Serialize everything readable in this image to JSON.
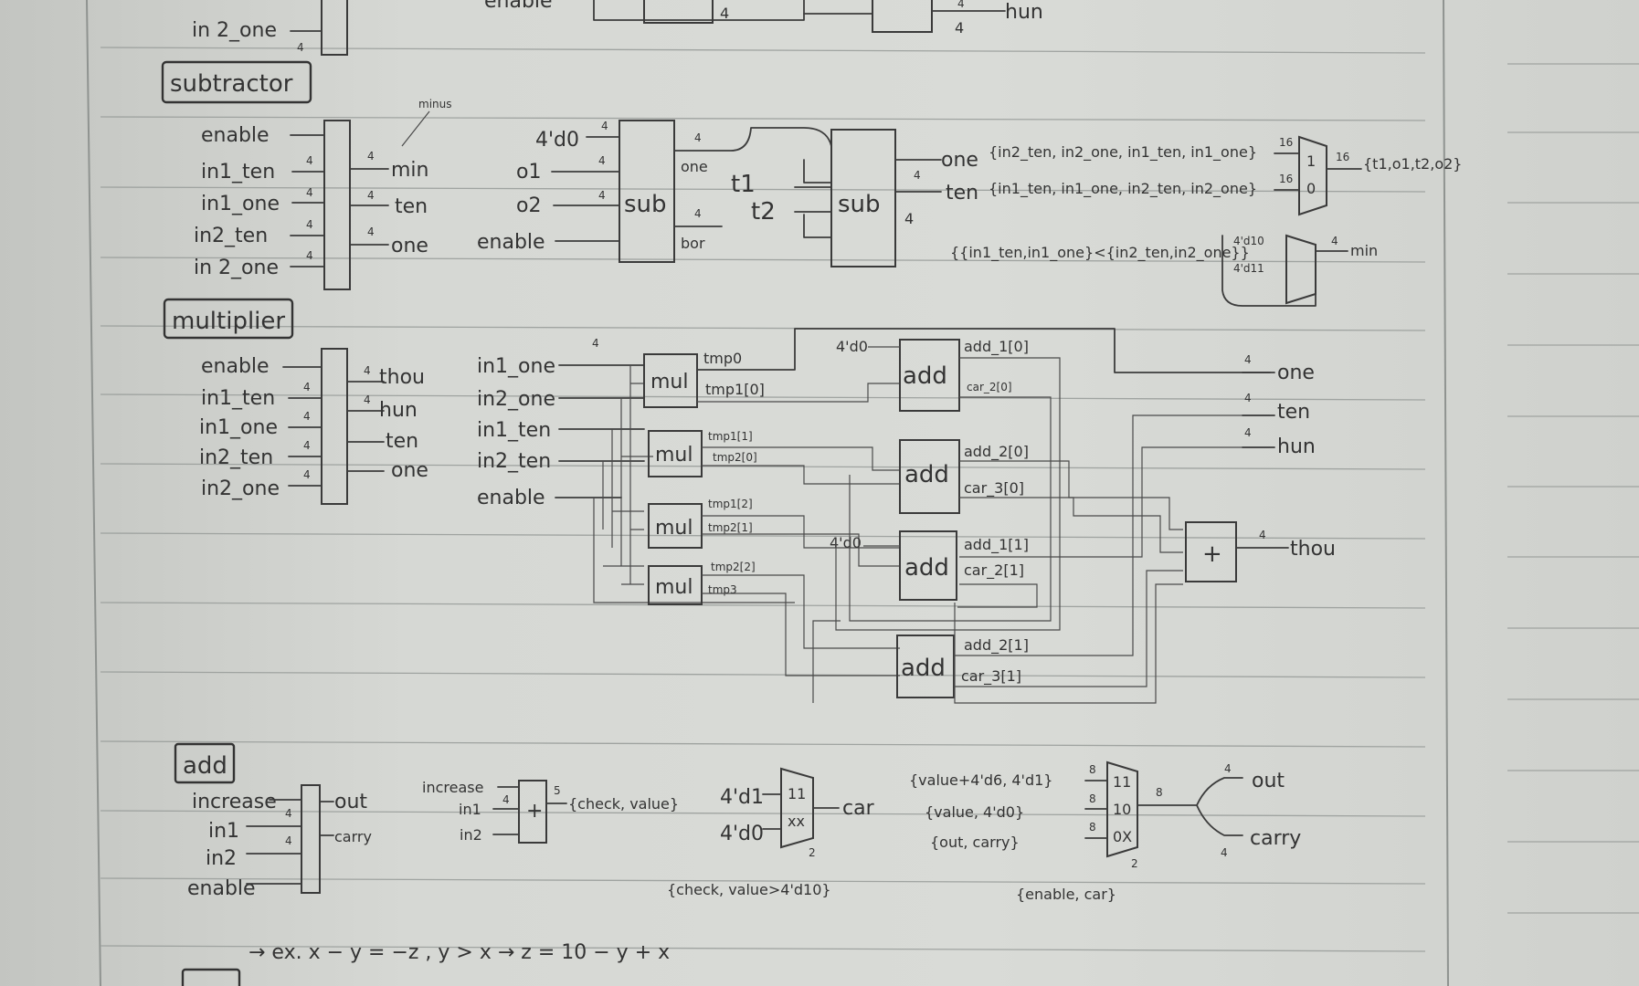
{
  "top_fragment": {
    "in2_one": "in 2_one",
    "enable": "enable",
    "four_a": "4",
    "four_b": "4",
    "hun": "hun",
    "bit4": "4",
    "bit_small": "4"
  },
  "subtractor": {
    "title": "subtractor",
    "minus_note": "minus",
    "block": {
      "inputs": [
        "enable",
        "in1_ten",
        "in1_one",
        "in2_ten",
        "in 2_one"
      ],
      "outputs": [
        "min",
        "ten",
        "one"
      ],
      "bit": "4"
    },
    "sub1": {
      "label": "sub",
      "inputs": [
        "4'd0",
        "o1",
        "o2",
        "enable"
      ],
      "out_one": "one",
      "out_bor": "bor",
      "bit": "4"
    },
    "mids": [
      "t1",
      "t2"
    ],
    "sub2": {
      "label": "sub",
      "out_one": "one",
      "out_ten": "ten",
      "bit": "4"
    },
    "mux_inputs": [
      "{in2_ten, in2_one, in1_ten, in1_one}",
      "{in1_ten, in1_one, in2_ten, in2_one}"
    ],
    "mux_bits": "16",
    "mux_sel": [
      "1",
      "0"
    ],
    "mux_out": "{t1,o1,t2,o2}",
    "cmp_expr": "{{in1_ten,in1_one}<{in2_ten,in2_one}}",
    "mux2_inputs": [
      "4'd10",
      "4'd11"
    ],
    "mux2_out": "min"
  },
  "multiplier": {
    "title": "multiplier",
    "block": {
      "inputs": [
        "enable",
        "in1_ten",
        "in1_one",
        "in2_ten",
        "in2_one"
      ],
      "outputs": [
        "thou",
        "hun",
        "ten",
        "one"
      ],
      "bit": "4"
    },
    "inputs": [
      "in1_one",
      "in2_one",
      "in1_ten",
      "in2_ten",
      "enable"
    ],
    "muls": [
      {
        "label": "mul",
        "out_a": "tmp0",
        "out_b": "tmp1[0]"
      },
      {
        "label": "mul",
        "out_a": "tmp1[1]",
        "out_b": "tmp2[0]"
      },
      {
        "label": "mul",
        "out_a": "tmp1[2]",
        "out_b": "tmp2[1]"
      },
      {
        "label": "mul",
        "out_a": "tmp2[2]",
        "out_b": "tmp3"
      }
    ],
    "adds": [
      {
        "label": "add",
        "in": "4'd0",
        "out_a": "add_1[0]",
        "out_b": "car_2[0]"
      },
      {
        "label": "add",
        "out_a": "add_2[0]",
        "out_b": "car_3[0]"
      },
      {
        "label": "add",
        "in": "4'd0",
        "out_a": "add_1[1]",
        "out_b": "car_2[1]"
      },
      {
        "label": "add",
        "out_a": "add_2[1]",
        "out_b": "car_3[1]"
      }
    ],
    "plus": "+",
    "outputs": [
      "one",
      "ten",
      "hun",
      "thou"
    ],
    "bit": "4"
  },
  "add": {
    "title": "add",
    "block": {
      "inputs": [
        "increase",
        "in1",
        "in2",
        "enable"
      ],
      "outputs": [
        "out",
        "carry"
      ],
      "bit": "4"
    },
    "adder": {
      "inputs": [
        "increase",
        "in1",
        "in2"
      ],
      "op": "+",
      "out": "{check, value}",
      "bit_in": "4",
      "bit_out": "5"
    },
    "mux1": {
      "inputs": [
        "4'd1",
        "4'd0"
      ],
      "cases": [
        "11",
        "xx"
      ],
      "out": "car",
      "sel_bits": "2",
      "cond": "{check, value>4'd10}"
    },
    "mux2": {
      "inputs": [
        "{value+4'd6, 4'd1}",
        "{value, 4'd0}",
        "{out, carry}"
      ],
      "cases": [
        "11",
        "10",
        "0X"
      ],
      "bits": "8",
      "sel_bits": "2",
      "sel": "{enable, car}",
      "outputs": [
        "out",
        "carry"
      ],
      "out_bit": "4"
    }
  },
  "footnote": {
    "text": "→ ex. x − y = −z  , y > x → z = 10 − y + x"
  },
  "colors": {
    "paper": "#d7d9d5",
    "ink": "#3c3c3c",
    "rule": "#9fa3a0"
  }
}
